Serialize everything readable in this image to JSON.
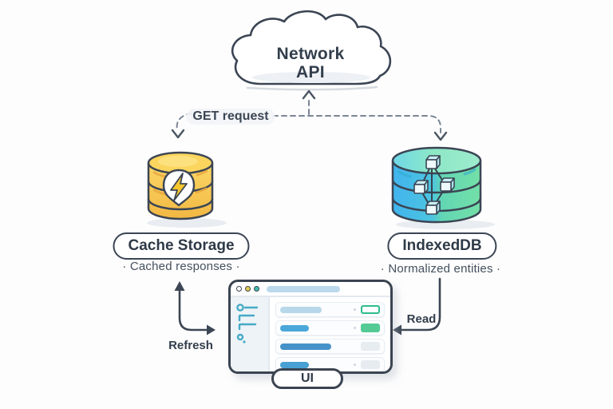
{
  "cloud": {
    "line1": "Network",
    "line2": "API"
  },
  "get_request": {
    "label": "GET request"
  },
  "cache_storage": {
    "label": "Cache Storage",
    "caption": "·  Cached responses  ·"
  },
  "indexeddb": {
    "label": "IndexedDB",
    "caption": "·  Normalized entities  ·"
  },
  "refresh": {
    "label": "Refresh"
  },
  "read": {
    "label": "Read"
  },
  "ui_window": {
    "label": "UI"
  },
  "colors": {
    "outline": "#3b4554",
    "dashed_line": "#7a8694",
    "cache_yellow": "#f9cb4f",
    "indexeddb_blue": "#41b4ee",
    "indexeddb_green": "#74e0a8",
    "ui_bar_blue": "#4ba7da",
    "ui_bar_light_blue": "#b7d8ea",
    "ui_chip_green": "#54ca94",
    "ui_chip_green_outline": "#2fbc8d",
    "sidebar_icon_teal": "#45aac6",
    "address_bar_blue": "#bcd9eb"
  }
}
